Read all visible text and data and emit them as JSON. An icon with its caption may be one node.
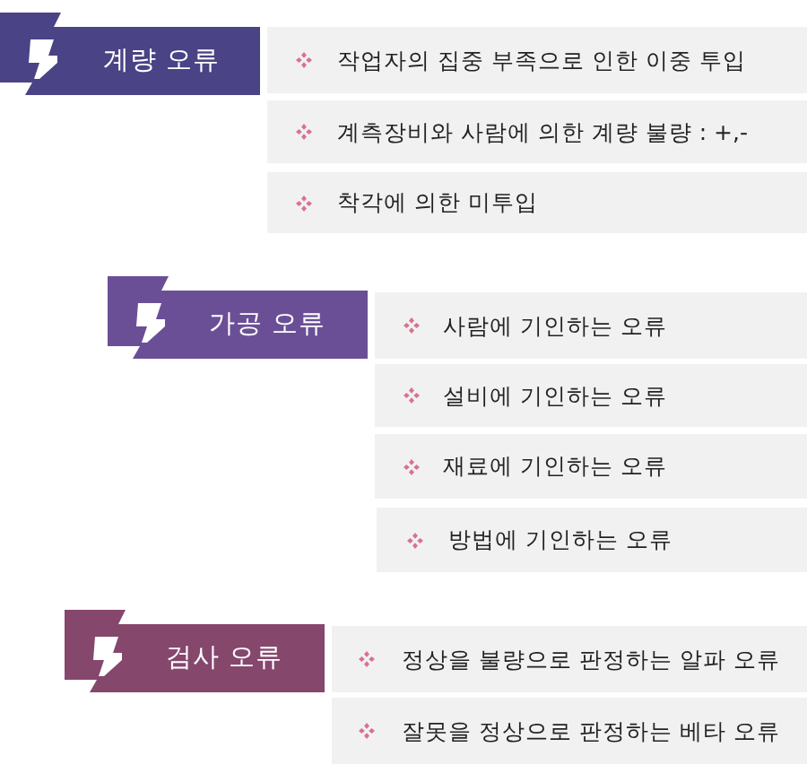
{
  "diagram": {
    "nodes": [
      {
        "text": [
          "계량 오류"
        ]
      },
      {
        "text": [
          "작업자의 집중 부족으로 인한 이중 투입"
        ]
      },
      {
        "text": [
          "계측장비와 사람에 의한 계량 불량 : +,-"
        ]
      },
      {
        "text": [
          "착각에 의한 미투입"
        ]
      },
      {
        "text": [
          "가공 오류"
        ]
      },
      {
        "text": [
          "사람에 기인하는 오류"
        ]
      },
      {
        "text": [
          "설비에 기인하는 오류"
        ]
      },
      {
        "text": [
          "재료에 기인하는 오류"
        ]
      },
      {
        "text": [
          "방법에 기인하는 오류"
        ]
      },
      {
        "text": [
          "검사 오류"
        ]
      },
      {
        "text": [
          "정상을 불량으로 판정하는 알파 오류"
        ]
      },
      {
        "text": [
          "잘못을 정상으로 판정하는 베타 오류"
        ]
      }
    ]
  }
}
